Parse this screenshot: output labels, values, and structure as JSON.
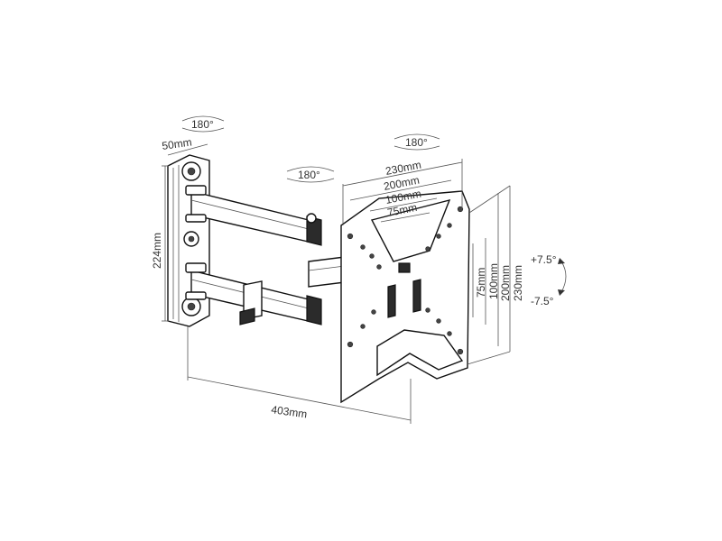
{
  "labels": {
    "rot_wall": "180°",
    "rot_arm": "180°",
    "rot_plate": "180°",
    "width_wall": "50mm",
    "height_wall": "224mm",
    "extension": "403mm",
    "vesa_h_230": "230mm",
    "vesa_h_200": "200mm",
    "vesa_h_100": "100mm",
    "vesa_h_75": "75mm",
    "vesa_v_75": "75mm",
    "vesa_v_100": "100mm",
    "vesa_v_200": "200mm",
    "vesa_v_230": "230mm",
    "tilt_up": "+7.5°",
    "tilt_down": "-7.5°"
  }
}
